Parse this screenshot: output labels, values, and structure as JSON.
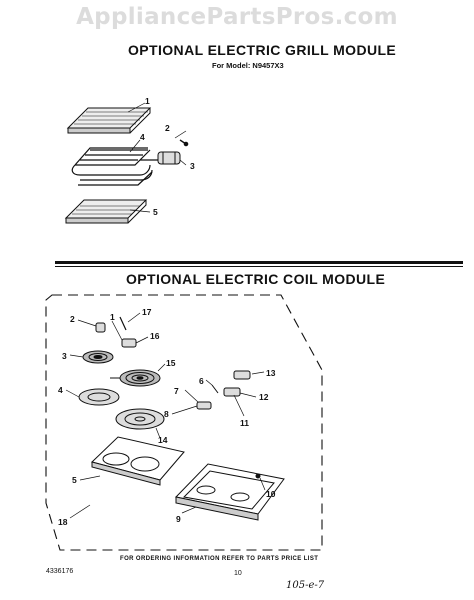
{
  "watermark": "AppliancePartsPros.com",
  "grill_section": {
    "title": "OPTIONAL ELECTRIC GRILL MODULE",
    "model_line": "For Model: N9457X3",
    "callouts": [
      "1",
      "2",
      "3",
      "4",
      "5"
    ]
  },
  "coil_section": {
    "title": "OPTIONAL ELECTRIC COIL MODULE",
    "callouts": [
      "1",
      "2",
      "3",
      "4",
      "5",
      "6",
      "7",
      "8",
      "9",
      "10",
      "11",
      "12",
      "13",
      "14",
      "15",
      "16",
      "17",
      "18"
    ]
  },
  "footer": {
    "ordering_note": "FOR ORDERING INFORMATION REFER TO PARTS PRICE LIST",
    "part_number": "4336176",
    "page_number": "10",
    "handwritten_note": "105-e-7"
  }
}
